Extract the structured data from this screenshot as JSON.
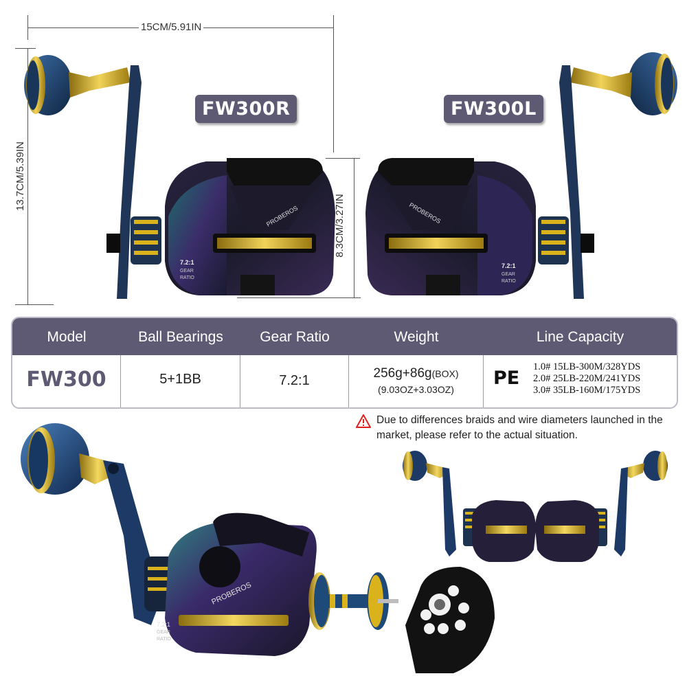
{
  "dimensions": {
    "width": "15CM/5.91IN",
    "height": "13.7CM/5.39IN",
    "body_height": "8.3CM/3.27IN"
  },
  "tags": {
    "right": "FW300R",
    "left": "FW300L"
  },
  "reel_text": {
    "brand": "PROBEROS",
    "ratio_label": "7.2:1",
    "gear": "GEAR",
    "ratio_word": "RATIO"
  },
  "spec_table": {
    "headers": [
      "Model",
      "Ball Bearings",
      "Gear Ratio",
      "Weight",
      "Line Capacity"
    ],
    "model": "FW300",
    "bearings": "5+1BB",
    "gear_ratio": "7.2:1",
    "weight_main": "256g+86g",
    "weight_box": "(BOX)",
    "weight_oz": "(9.03OZ+3.03OZ)",
    "line_type": "PE",
    "capacity": [
      "1.0# 15LB-300M/328YDS",
      "2.0# 25LB-220M/241YDS",
      "3.0# 35LB-160M/175YDS"
    ]
  },
  "warning": {
    "icon": "warning-triangle-icon",
    "text": "Due to differences braids and wire diameters launched in the market, please refer to the actual situation."
  },
  "colors": {
    "header_bg": "#5e5a73",
    "accent_gold": "#d9b21c",
    "reel_blue": "#1e3a63",
    "warning_red": "#e02020"
  }
}
